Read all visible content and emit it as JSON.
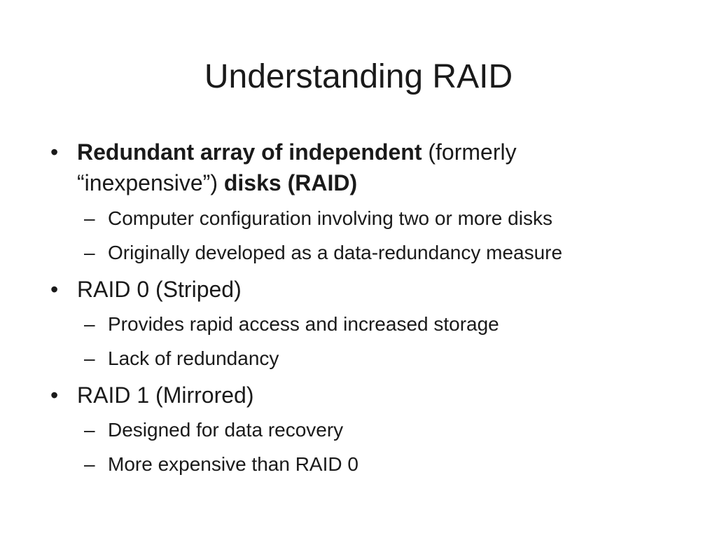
{
  "slide": {
    "title": "Understanding RAID",
    "bullet_char": "•",
    "sub_bullet_char": "–",
    "raid_def": {
      "bold_1": "Redundant array of independent",
      "normal": " (formerly “inexpensive”) ",
      "bold_2": "disks (RAID)",
      "subs": [
        "Computer configuration involving two or more disks",
        "Originally developed as a data-redundancy measure"
      ]
    },
    "raid0": {
      "label": "RAID 0 (Striped)",
      "subs": [
        "Provides rapid access and increased storage",
        "Lack of redundancy"
      ]
    },
    "raid1": {
      "label": "RAID 1 (Mirrored)",
      "subs": [
        "Designed for data recovery",
        "More expensive than RAID 0"
      ]
    }
  }
}
